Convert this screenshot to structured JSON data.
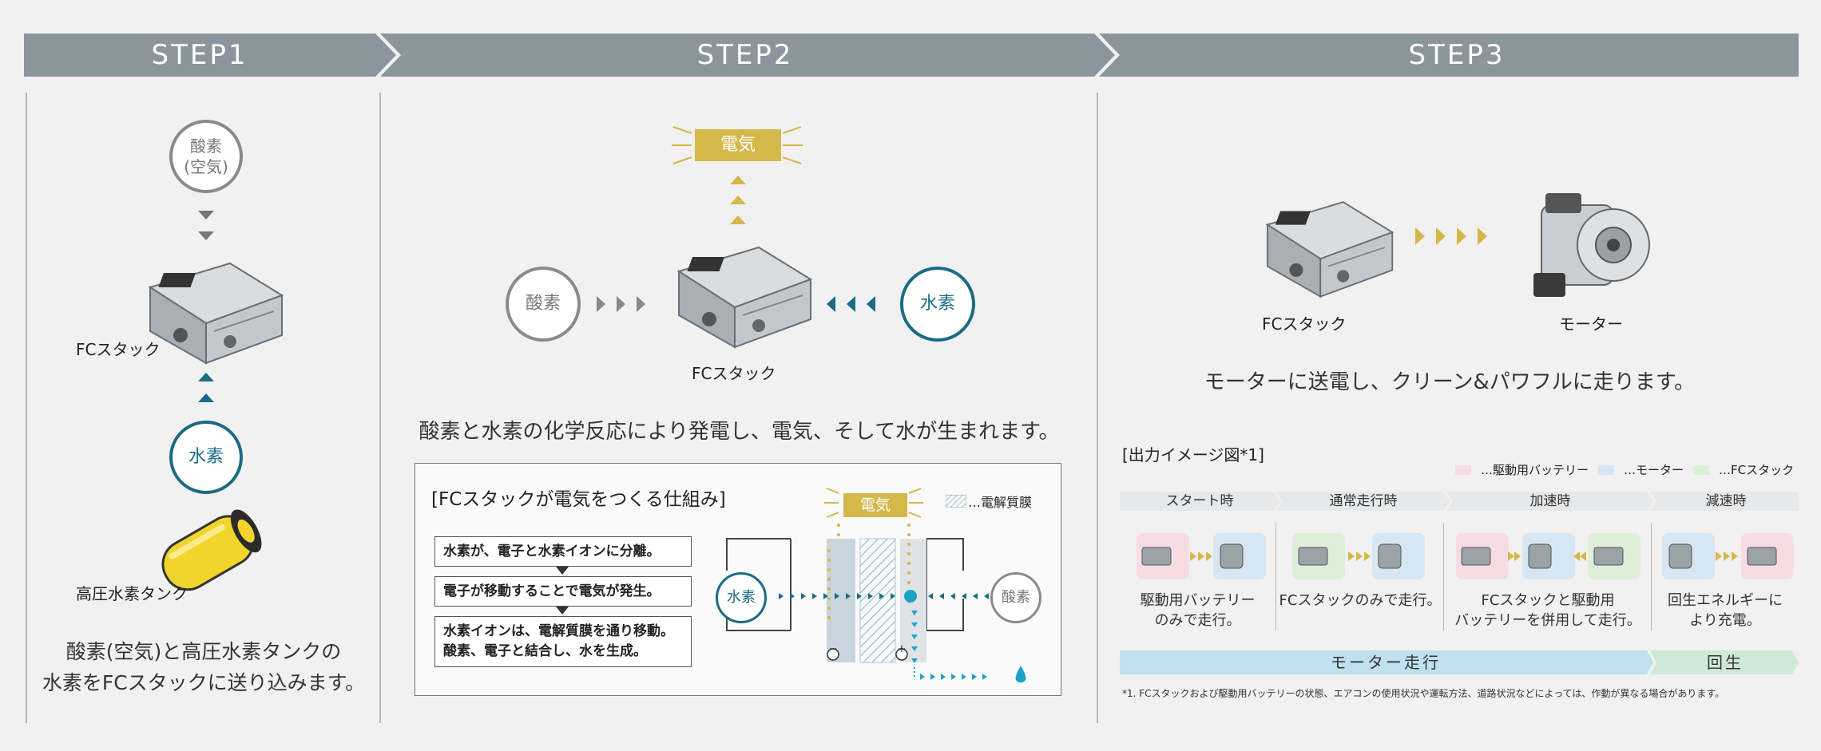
{
  "steps": {
    "step1": "STEP1",
    "step2": "STEP2",
    "step3": "STEP3"
  },
  "step1": {
    "oxygen_air": "酸素\n(空気)",
    "fc_stack_label": "FCスタック",
    "hydrogen": "水素",
    "tank_label": "高圧水素タンク",
    "caption": "酸素(空気)と高圧水素タンクの\n水素をFCスタックに送り込みます。"
  },
  "step2": {
    "electricity": "電気",
    "oxygen": "酸素",
    "hydrogen": "水素",
    "fc_stack_label": "FCスタック",
    "caption": "酸素と水素の化学反応により発電し、電気、そして水が生まれます。",
    "mechanism": {
      "title": "[FCスタックが電気をつくる仕組み]",
      "legend": "…電解質膜",
      "step_a": "水素が、電子と水素イオンに分離。",
      "step_b": "電子が移動することで電気が発生。",
      "step_c": "水素イオンは、電解質膜を通り移動。\n酸素、電子と結合し、水を生成。",
      "electricity": "電気",
      "hydrogen": "水素",
      "oxygen": "酸素",
      "minus": "−",
      "plus": "+"
    }
  },
  "step3": {
    "fc_stack_label": "FCスタック",
    "motor_label": "モーター",
    "caption": "モーターに送電し、クリーン&パワフルに走ります。",
    "output": {
      "title": "[出力イメージ図*1]",
      "legend": [
        {
          "label": "…駆動用バッテリー",
          "color": "#f7dde3"
        },
        {
          "label": "…モーター",
          "color": "#d7e6f3"
        },
        {
          "label": "…FCスタック",
          "color": "#ddefd9"
        }
      ],
      "phases": [
        {
          "label": "スタート時",
          "desc": "駆動用バッテリー\nのみで走行。"
        },
        {
          "label": "通常走行時",
          "desc": "FCスタックのみで走行。"
        },
        {
          "label": "加速時",
          "desc": "FCスタックと駆動用\nバッテリーを併用して走行。"
        },
        {
          "label": "減速時",
          "desc": "回生エネルギーに\nより充電。"
        }
      ],
      "motor_run": "モーター走行",
      "regen": "回生",
      "footnote": "*1. FCスタックおよび駆動用バッテリーの状態、エアコンの使用状況や運転方法、道路状況などによっては、作動が異なる場合があります。"
    }
  },
  "colors": {
    "banner": "#8a969c",
    "teal": "#1b6b84",
    "gold": "#d4b84a",
    "gray": "#8a8a8a",
    "water": "#1aa3c7"
  }
}
